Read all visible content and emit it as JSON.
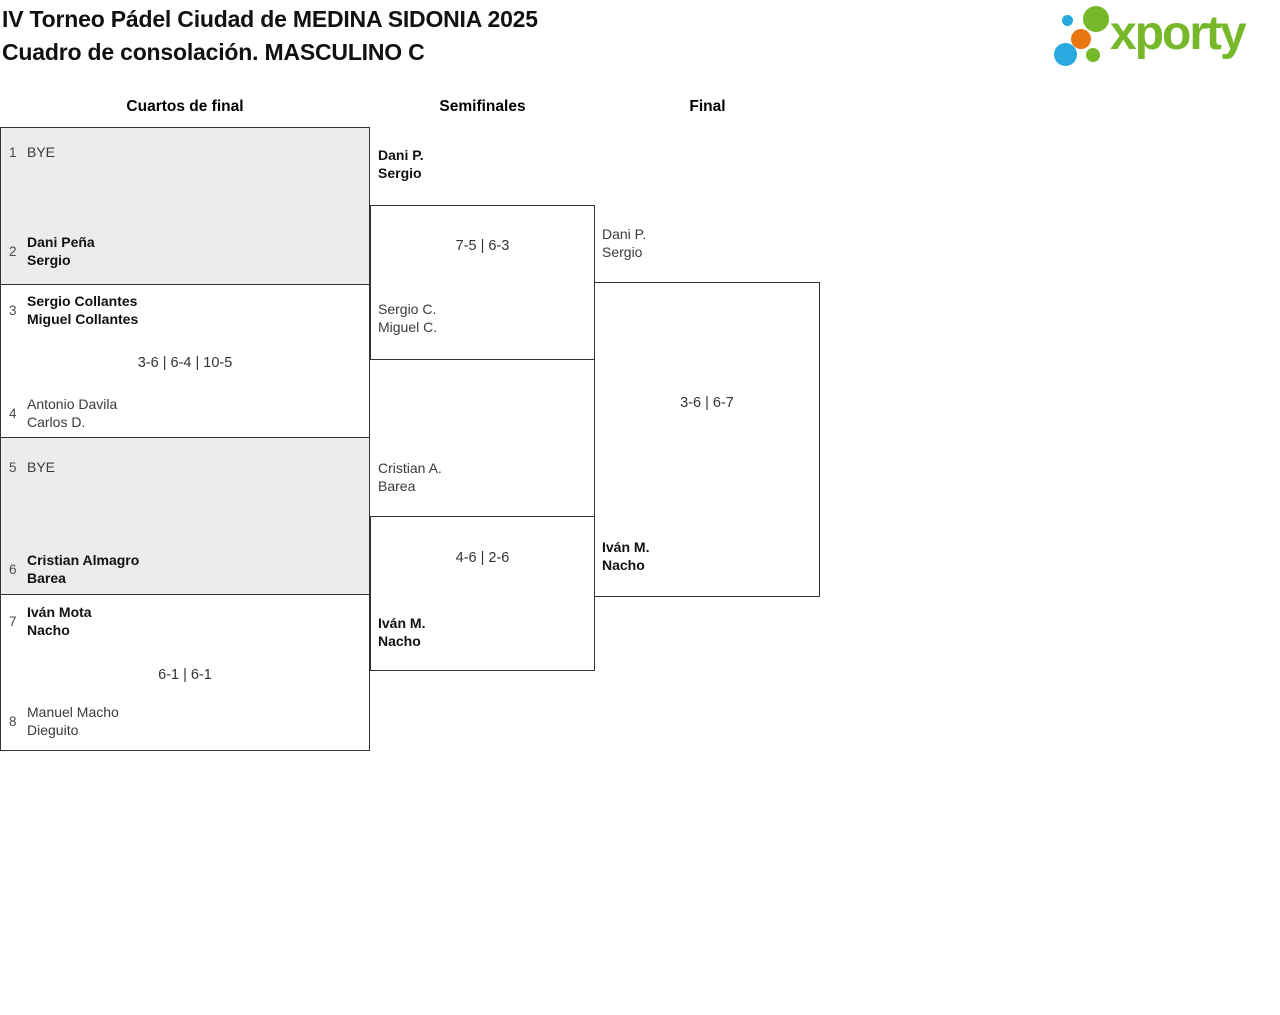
{
  "title": {
    "line1": "IV Torneo Pádel Ciudad de MEDINA SIDONIA 2025",
    "line2": "Cuadro de consolación. MASCULINO C"
  },
  "logo": {
    "text": "xporty"
  },
  "rounds": {
    "quarterfinals": "Cuartos de final",
    "semifinals": "Semifinales",
    "final": "Final"
  },
  "colors": {
    "brand_green": "#76B82A",
    "brand_blue": "#29A9E0",
    "brand_orange": "#E87611",
    "box_border": "#333333",
    "box_shade": "#ECECEB"
  },
  "quarterfinals": [
    {
      "score": "",
      "top": {
        "seed": "1",
        "line1": "BYE",
        "line2": "",
        "winner": false
      },
      "bottom": {
        "seed": "2",
        "line1": "Dani Peña",
        "line2": "Sergio",
        "winner": true
      }
    },
    {
      "score": "3-6 | 6-4 | 10-5",
      "top": {
        "seed": "3",
        "line1": "Sergio Collantes",
        "line2": "Miguel Collantes",
        "winner": true
      },
      "bottom": {
        "seed": "4",
        "line1": "Antonio Davila",
        "line2": "Carlos D.",
        "winner": false
      }
    },
    {
      "score": "",
      "top": {
        "seed": "5",
        "line1": "BYE",
        "line2": "",
        "winner": false
      },
      "bottom": {
        "seed": "6",
        "line1": "Cristian Almagro",
        "line2": "Barea",
        "winner": true
      }
    },
    {
      "score": "6-1 | 6-1",
      "top": {
        "seed": "7",
        "line1": "Iván Mota",
        "line2": "Nacho",
        "winner": true
      },
      "bottom": {
        "seed": "8",
        "line1": "Manuel Macho",
        "line2": "Dieguito",
        "winner": false
      }
    }
  ],
  "semifinals": [
    {
      "score": "7-5 | 6-3",
      "top": {
        "line1": "Dani P.",
        "line2": "Sergio",
        "winner": true
      },
      "bottom": {
        "line1": "Sergio C.",
        "line2": "Miguel C.",
        "winner": false
      }
    },
    {
      "score": "4-6 | 2-6",
      "top": {
        "line1": "Cristian A.",
        "line2": "Barea",
        "winner": false
      },
      "bottom": {
        "line1": "Iván M.",
        "line2": "Nacho",
        "winner": true
      }
    }
  ],
  "final": {
    "score": "3-6 | 6-7",
    "top": {
      "line1": "Dani P.",
      "line2": "Sergio",
      "winner": false
    },
    "bottom": {
      "line1": "Iván M.",
      "line2": "Nacho",
      "winner": true
    }
  }
}
